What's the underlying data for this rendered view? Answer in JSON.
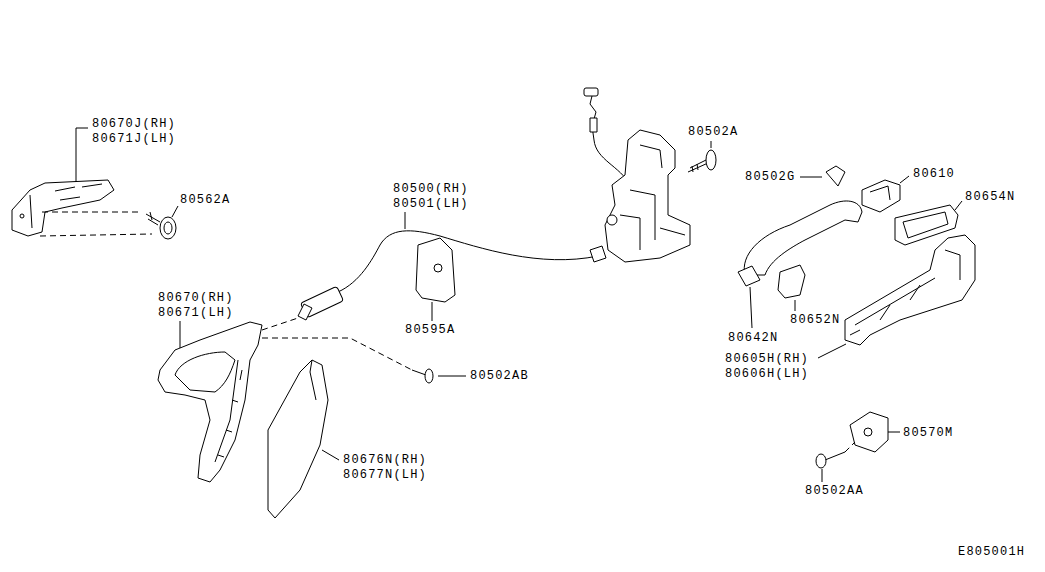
{
  "diagram": {
    "labels": [
      "80670J(RH)",
      "80671J(LH)",
      "80562A",
      "80500(RH)",
      "80501(LH)",
      "80502A",
      "80502G",
      "80610",
      "80654N",
      "80670(RH)",
      "80671(LH)",
      "80595A",
      "80642N",
      "80652N",
      "80605H(RH)",
      "80606H(LH)",
      "80502AB",
      "80570M",
      "80502AA",
      "80676N(RH)",
      "80677N(LH)",
      "E805001H"
    ]
  }
}
